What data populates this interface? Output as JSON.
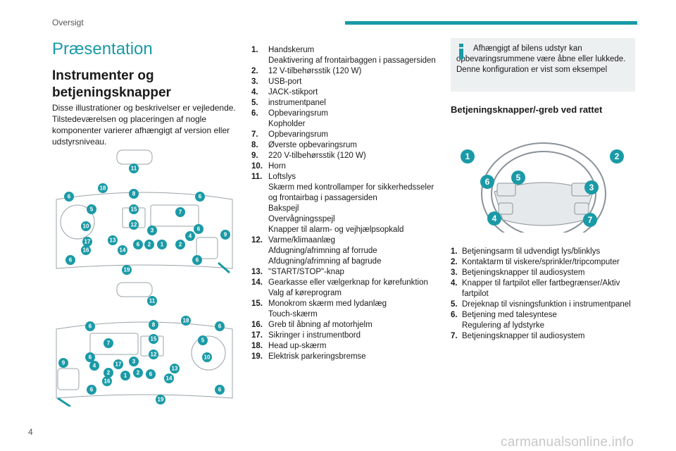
{
  "header": {
    "title": "Oversigt"
  },
  "section_title": "Præsentation",
  "subsection_title": "Instrumenter og betjeningsknapper",
  "intro": "Disse illustrationer og beskrivelser er vejledende. Tilstedeværelsen og placeringen af nogle komponenter varierer afhængigt af version eller udstyrsniveau.",
  "legend": [
    {
      "num": "1.",
      "lines": [
        "Handskerum",
        "Deaktivering af frontairbaggen i passagersiden"
      ]
    },
    {
      "num": "2.",
      "lines": [
        "12 V-tilbehørsstik (120 W)"
      ]
    },
    {
      "num": "3.",
      "lines": [
        "USB-port"
      ]
    },
    {
      "num": "4.",
      "lines": [
        "JACK-stikport"
      ]
    },
    {
      "num": "5.",
      "lines": [
        "instrumentpanel"
      ]
    },
    {
      "num": "6.",
      "lines": [
        "Opbevaringsrum",
        "Kopholder"
      ]
    },
    {
      "num": "7.",
      "lines": [
        "Opbevaringsrum"
      ]
    },
    {
      "num": "8.",
      "lines": [
        "Øverste opbevaringsrum"
      ]
    },
    {
      "num": "9.",
      "lines": [
        "220 V-tilbehørsstik (120 W)"
      ]
    },
    {
      "num": "10.",
      "lines": [
        "Horn"
      ]
    },
    {
      "num": "11.",
      "lines": [
        "Loftslys",
        "Skærm med kontrollamper for sikkerhedsseler og frontairbag i passagersiden",
        "Bakspejl",
        "Overvågningsspejl",
        "Knapper til alarm- og vejhjælpsopkald"
      ]
    },
    {
      "num": "12.",
      "lines": [
        "Varme/klimaanlæg",
        "Afdugning/afrimning af forrude",
        "Afdugning/afrimning af bagrude"
      ]
    },
    {
      "num": "13.",
      "lines": [
        "\"START/STOP\"-knap"
      ]
    },
    {
      "num": "14.",
      "lines": [
        "Gearkasse eller vælgerknap for kørefunktion",
        "Valg af køreprogram"
      ]
    },
    {
      "num": "15.",
      "lines": [
        "Monokrom skærm med lydanlæg",
        "Touch-skærm"
      ]
    },
    {
      "num": "16.",
      "lines": [
        "Greb til åbning af motorhjelm"
      ]
    },
    {
      "num": "17.",
      "lines": [
        "Sikringer i instrumentbord"
      ]
    },
    {
      "num": "18.",
      "lines": [
        "Head up-skærm"
      ]
    },
    {
      "num": "19.",
      "lines": [
        "Elektrisk parkeringsbremse"
      ]
    }
  ],
  "info_box": {
    "text": "Afhængigt af bilens udstyr kan opbevaringsrummene være åbne eller lukkede. Denne konfiguration er vist som eksempel"
  },
  "wheel_title": "Betjeningsknapper/-greb ved rattet",
  "wheel_legend": [
    {
      "num": "1.",
      "lines": [
        "Betjeningsarm til udvendigt lys/blinklys"
      ]
    },
    {
      "num": "2.",
      "lines": [
        "Kontaktarm til viskere/sprinkler/tripcomputer"
      ]
    },
    {
      "num": "3.",
      "lines": [
        "Betjeningsknapper til audiosystem"
      ]
    },
    {
      "num": "4.",
      "lines": [
        "Knapper til fartpilot eller fartbegrænser/Aktiv fartpilot"
      ]
    },
    {
      "num": "5.",
      "lines": [
        "Drejeknap til visningsfunktion i instrumentpanel"
      ]
    },
    {
      "num": "6.",
      "lines": [
        "Betjening med talesyntese",
        "Regulering af lydstyrke"
      ]
    },
    {
      "num": "7.",
      "lines": [
        "Betjeningsknapper til audiosystem"
      ]
    }
  ],
  "callouts_top": [
    "11",
    "18",
    "8",
    "6",
    "6",
    "5",
    "15",
    "7",
    "10",
    "12",
    "3",
    "6",
    "4",
    "9",
    "17",
    "13",
    "6",
    "2",
    "1",
    "2",
    "16",
    "14",
    "6",
    "6",
    "19"
  ],
  "callouts_bottom": [
    "11",
    "18",
    "6",
    "8",
    "6",
    "5",
    "7",
    "15",
    "10",
    "12",
    "9",
    "4",
    "6",
    "17",
    "3",
    "13",
    "2",
    "2",
    "1",
    "6",
    "14",
    "16",
    "6",
    "6",
    "19"
  ],
  "callouts_wheel": [
    "1",
    "2",
    "6",
    "5",
    "3",
    "4",
    "7"
  ],
  "page_number": "4",
  "watermark": "carmanualsonline.info",
  "colors": {
    "accent": "#1a9aa6",
    "callout": "#1a9aa6",
    "info_bg": "#edf0f1"
  }
}
